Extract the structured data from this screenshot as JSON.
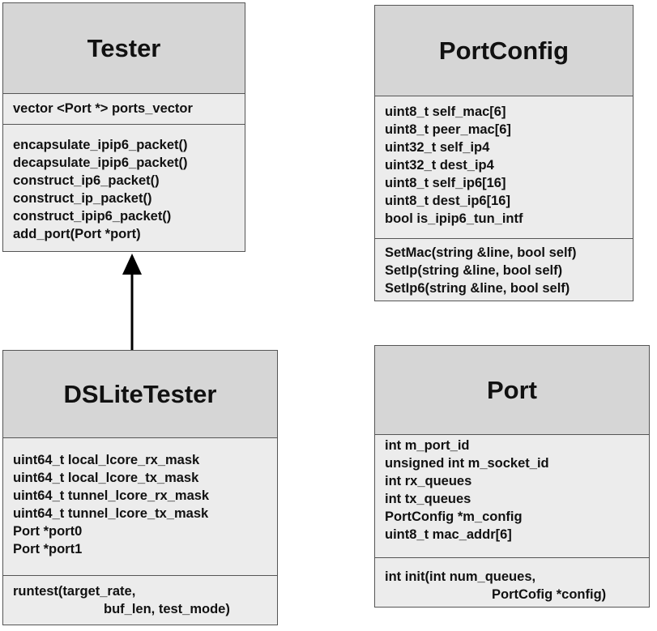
{
  "tester": {
    "name": "Tester",
    "attributes": [
      "vector <Port *> ports_vector"
    ],
    "methods": [
      "encapsulate_ipip6_packet()",
      "decapsulate_ipip6_packet()",
      "construct_ip6_packet()",
      "construct_ip_packet()",
      "construct_ipip6_packet()",
      "add_port(Port *port)"
    ]
  },
  "portconfig": {
    "name": "PortConfig",
    "attributes": [
      "uint8_t self_mac[6]",
      "uint8_t peer_mac[6]",
      "uint32_t self_ip4",
      "uint32_t dest_ip4",
      "uint8_t self_ip6[16]",
      "uint8_t dest_ip6[16]",
      "bool is_ipip6_tun_intf"
    ],
    "methods": [
      "SetMac(string &line, bool self)",
      "SetIp(string &line, bool self)",
      "SetIp6(string &line, bool self)"
    ]
  },
  "dslitetester": {
    "name": "DSLiteTester",
    "attributes": [
      "uint64_t local_lcore_rx_mask",
      "uint64_t local_lcore_tx_mask",
      "uint64_t tunnel_lcore_rx_mask",
      "uint64_t tunnel_lcore_tx_mask",
      "Port *port0",
      "Port *port1"
    ],
    "methods": [
      "runtest(target_rate,",
      "buf_len, test_mode)"
    ]
  },
  "port": {
    "name": "Port",
    "attributes": [
      "int m_port_id",
      "unsigned int m_socket_id",
      "int rx_queues",
      "int tx_queues",
      "PortConfig *m_config",
      "uint8_t mac_addr[6]"
    ],
    "methods": [
      "int init(int num_queues,",
      "PortCofig *config)"
    ]
  },
  "relationship": {
    "type": "inheritance",
    "from": "DSLiteTester",
    "to": "Tester"
  }
}
